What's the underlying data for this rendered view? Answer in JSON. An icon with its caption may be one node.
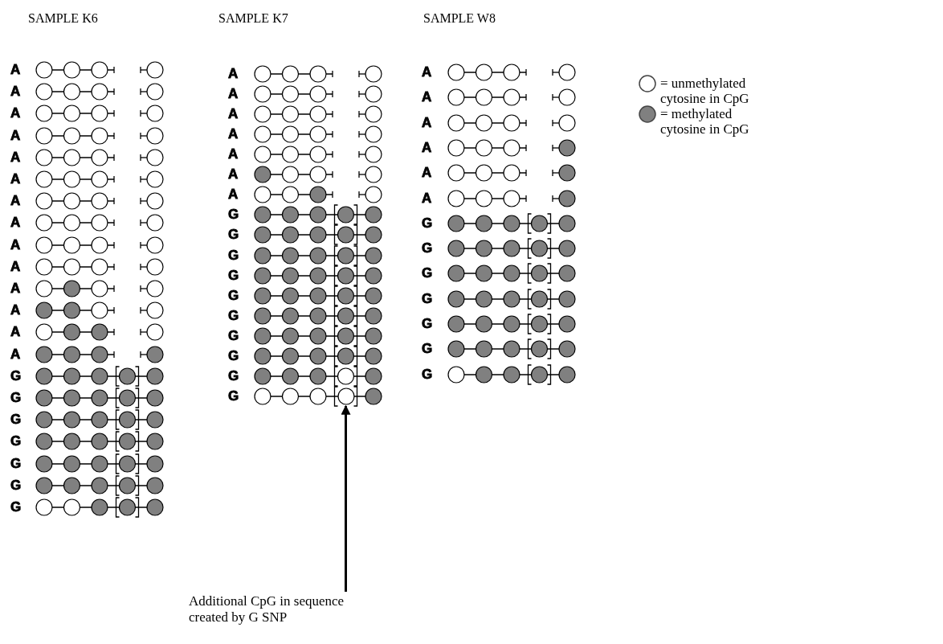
{
  "diagram": {
    "nodes": [
      {
        "text": [
          "Additional CpG in sequence created by G SNP"
        ]
      },
      {
        "text": [],
        "shape": "circle"
      }
    ],
    "edges": [
      {
        "from": 0,
        "to": 1,
        "arrow": "to"
      }
    ],
    "labels": [
      "SAMPLE K6",
      "SAMPLE K7",
      "SAMPLE W8",
      "A",
      "A",
      "A",
      "A",
      "A",
      "A",
      "A",
      "A",
      "A",
      "A",
      "A",
      "A",
      "A",
      "A",
      "G",
      "G",
      "G",
      "G",
      "G",
      "G",
      "G",
      "A",
      "A",
      "A",
      "A",
      "A",
      "A",
      "A",
      "G",
      "G",
      "G",
      "G",
      "G",
      "G",
      "G",
      "G",
      "G",
      "G",
      "A",
      "A",
      "A",
      "A",
      "A",
      "A",
      "G",
      "G",
      "G",
      "G",
      "G",
      "G",
      "G"
    ],
    "legend": [
      {
        "text": "= unmethylated cytosine in CpG",
        "color": "#ffffff"
      },
      {
        "text": "= methylated cytosine in CpG",
        "color": "#808080"
      }
    ]
  }
}
